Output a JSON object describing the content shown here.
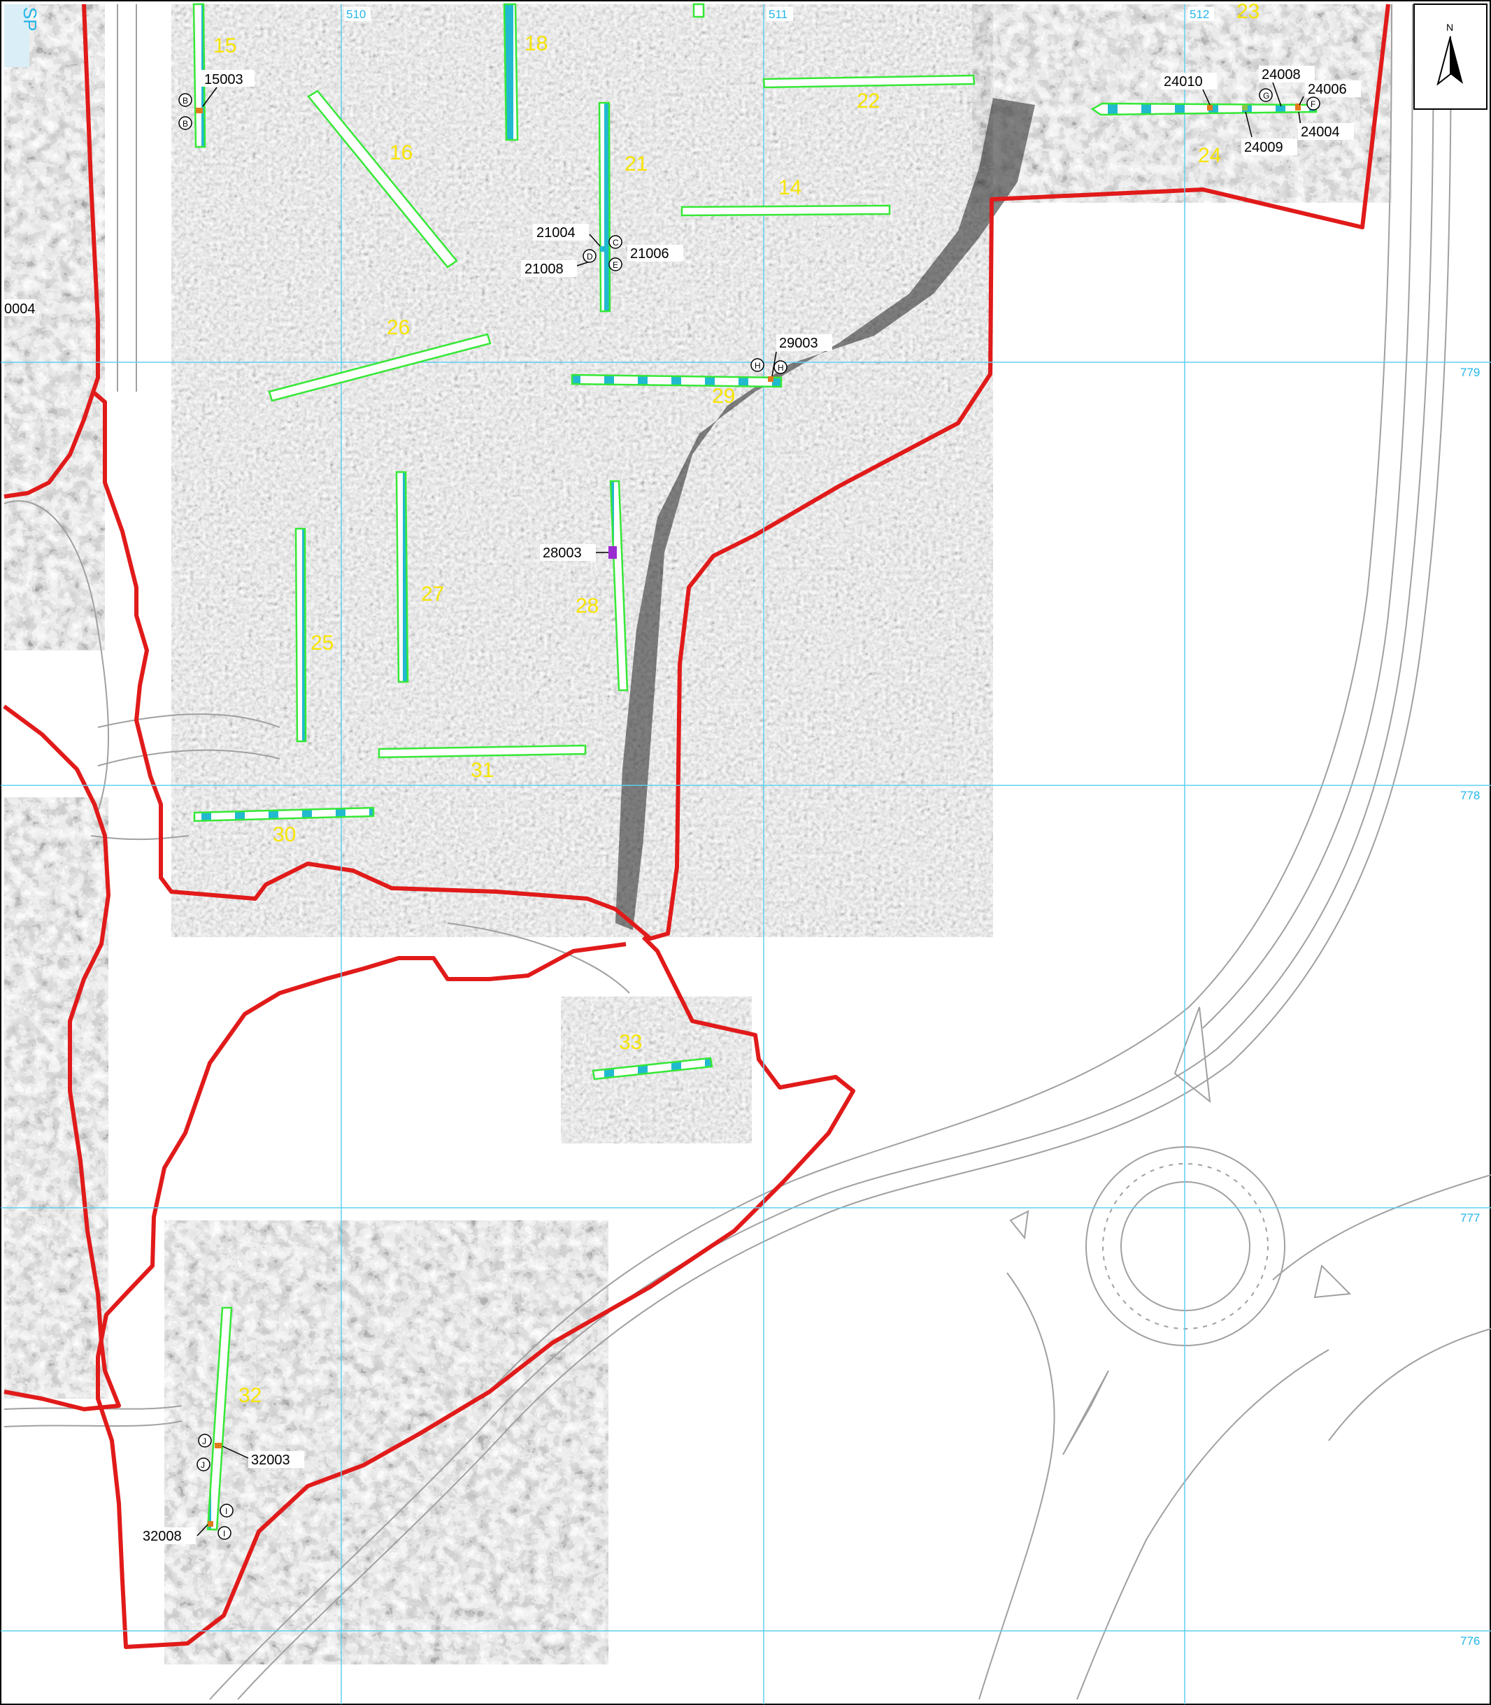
{
  "map": {
    "sheet_label": "SP",
    "north_label": "N",
    "colors": {
      "boundary": "#e11a1a",
      "trench_outline": "#36e836",
      "trench_fill": "#ffffff",
      "trench_stripe": "#21b9d0",
      "grid_line": "#5fd0f0",
      "grid_label": "#25b6e8",
      "trench_label": "#f7e400",
      "survey_dark": "#2a2a2a",
      "survey_mid": "#8a8a8a",
      "survey_light": "#d8d8d8",
      "basemap_line": "#9c9c9c",
      "feature_marker_orange": "#e07b1a",
      "feature_marker_purple": "#9a2bd0"
    },
    "grid_eastings": [
      "510",
      "511",
      "512"
    ],
    "grid_northings": [
      "779",
      "778",
      "777",
      "776"
    ],
    "trenches": [
      "15",
      "18",
      "16",
      "21",
      "22",
      "14",
      "23",
      "24",
      "26",
      "29",
      "27",
      "28",
      "25",
      "31",
      "30",
      "33",
      "32"
    ],
    "features": [
      "15003",
      "0004",
      "21004",
      "21006",
      "21008",
      "29003",
      "28003",
      "24010",
      "24008",
      "24006",
      "24004",
      "24009",
      "32003",
      "32008"
    ],
    "section_markers": [
      "B",
      "B",
      "C",
      "D",
      "E",
      "H",
      "H",
      "G",
      "F",
      "J",
      "J",
      "I",
      "I"
    ]
  }
}
